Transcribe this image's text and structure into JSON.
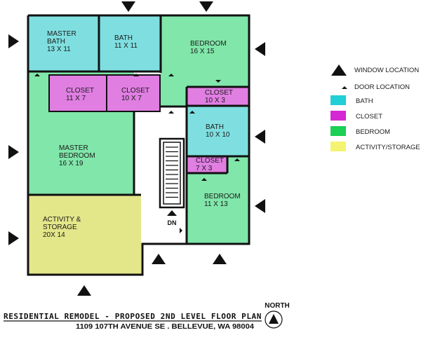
{
  "colors": {
    "bath": "#7fdfe0",
    "closet": "#e07ee2",
    "bedroom": "#80e6a9",
    "activity": "#e4e68a",
    "wall": "#111111",
    "legend_bedroom": "#1ccf55",
    "legend_activity": "#f4f472",
    "legend_bath": "#22cfd6",
    "legend_closet": "#d428d4"
  },
  "rooms": {
    "master_bath": {
      "name": "MASTER\nBATH",
      "size": "13 X 11"
    },
    "bath_top": {
      "name": "BATH",
      "size": "11 X 11"
    },
    "bedroom_top": {
      "name": "BEDROOM",
      "size": "16 X 15"
    },
    "closet_a": {
      "name": "CLOSET",
      "size": "11 X 7"
    },
    "closet_b": {
      "name": "CLOSET",
      "size": "10 X 7"
    },
    "closet_c": {
      "name": "CLOSET",
      "size": "10 X 3"
    },
    "bath_mid": {
      "name": "BATH",
      "size": "10 X 10"
    },
    "closet_d": {
      "name": "CLOSET",
      "size": "7 X 3"
    },
    "master_bedroom": {
      "name": "MASTER\nBEDROOM",
      "size": "16 X 19"
    },
    "bedroom_bottom": {
      "name": "BEDROOM",
      "size": "11 X 13"
    },
    "activity": {
      "name": "ACTIVITY &\nSTORAGE",
      "size": "20X 14"
    }
  },
  "stair": {
    "label": "DN"
  },
  "legend": [
    {
      "key": "window",
      "label": "WINDOW LOCATION"
    },
    {
      "key": "door",
      "label": "DOOR LOCATION"
    },
    {
      "key": "bath",
      "label": "BATH"
    },
    {
      "key": "closet",
      "label": "CLOSET"
    },
    {
      "key": "bedroom",
      "label": "BEDROOM"
    },
    {
      "key": "activity",
      "label": "ACTIVITY/STORAGE"
    }
  ],
  "title": {
    "main": "RESIDENTIAL REMODEL - PROPOSED 2ND LEVEL FLOOR PLAN",
    "address": "1109 107TH AVENUE SE . BELLEVUE, WA 98004"
  },
  "north": {
    "label": "NORTH"
  }
}
